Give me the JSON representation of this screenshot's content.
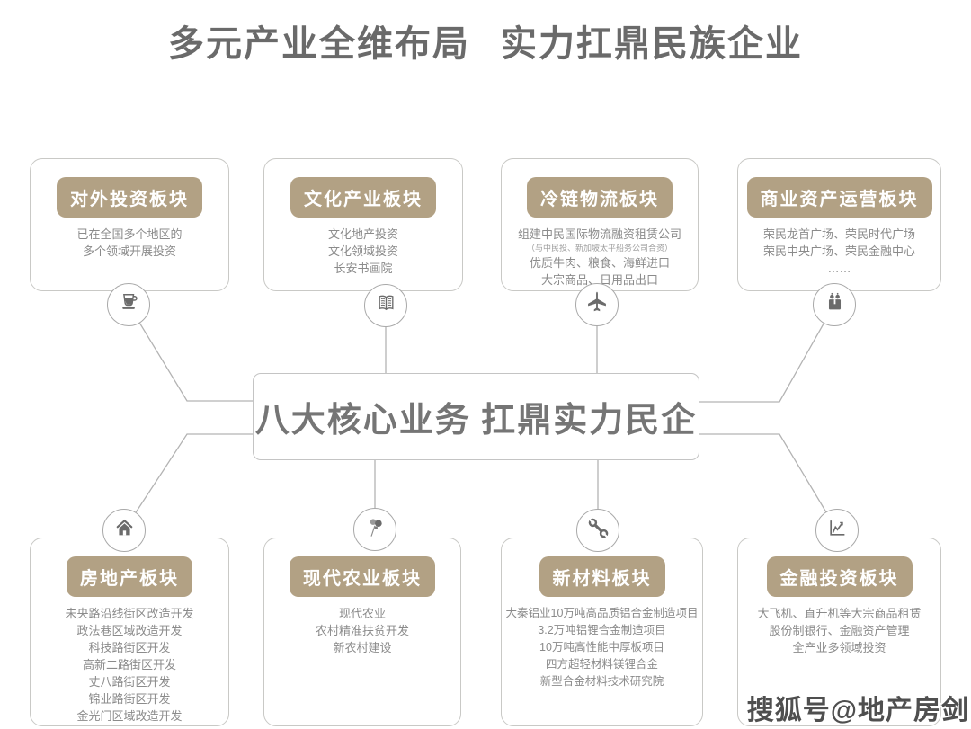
{
  "title": {
    "part1": "多元产业全维布局",
    "part2": "实力扛鼎民族企业"
  },
  "center": {
    "label": "八大核心业务 扛鼎实力民企"
  },
  "sections": [
    {
      "id": "outbound-investment",
      "label": "对外投资板块",
      "icon": "cup-icon",
      "lines": [
        "已在全国多个地区的",
        "多个领域开展投资"
      ]
    },
    {
      "id": "culture-industry",
      "label": "文化产业板块",
      "icon": "book-icon",
      "lines": [
        "文化地产投资",
        "文化领域投资",
        "长安书画院"
      ]
    },
    {
      "id": "cold-chain-logistics",
      "label": "冷链物流板块",
      "icon": "airplane-icon",
      "lines": [
        "组建中民国际物流融资租赁公司",
        "（与中民投、新加坡太平船务公司合资）",
        "优质牛肉、粮食、海鲜进口",
        "大宗商品、日用品出口"
      ]
    },
    {
      "id": "commercial-asset-operation",
      "label": "商业资产运营板块",
      "icon": "gift-icon",
      "lines": [
        "荣民龙首广场、荣民时代广场",
        "荣民中央广场、荣民金融中心",
        "……"
      ]
    },
    {
      "id": "real-estate",
      "label": "房地产板块",
      "icon": "home-icon",
      "lines": [
        "未央路沿线街区改造开发",
        "政法巷区域改造开发",
        "科技路街区开发",
        "高新二路街区开发",
        "丈八路街区开发",
        "锦业路街区开发",
        "金光门区域改造开发"
      ]
    },
    {
      "id": "modern-agriculture",
      "label": "现代农业板块",
      "icon": "balloons-icon",
      "lines": [
        "现代农业",
        "农村精准扶贫开发",
        "新农村建设"
      ]
    },
    {
      "id": "new-materials",
      "label": "新材料板块",
      "icon": "wrench-icon",
      "lines": [
        "大秦铝业10万吨高品质铝合金制造项目",
        "3.2万吨铝锂合金制造项目",
        "10万吨高性能中厚板项目",
        "四方超轻材料镁锂合金",
        "新型合金材料技术研究院"
      ]
    },
    {
      "id": "financial-investment",
      "label": "金融投资板块",
      "icon": "chart-icon",
      "lines": [
        "大飞机、直升机等大宗商品租赁",
        "股份制银行、金融资产管理",
        "全产业多领域投资"
      ]
    }
  ],
  "watermark": "搜狐号@地产房剑",
  "colors": {
    "pill_bg": "#b2a184",
    "pill_text": "#ffffff",
    "title_text": "#6a6a6a",
    "body_text": "#8b8b8b",
    "box_border": "#c9c9c6",
    "connector_line": "#b3b3b3",
    "icon": "#6b6b6b"
  }
}
